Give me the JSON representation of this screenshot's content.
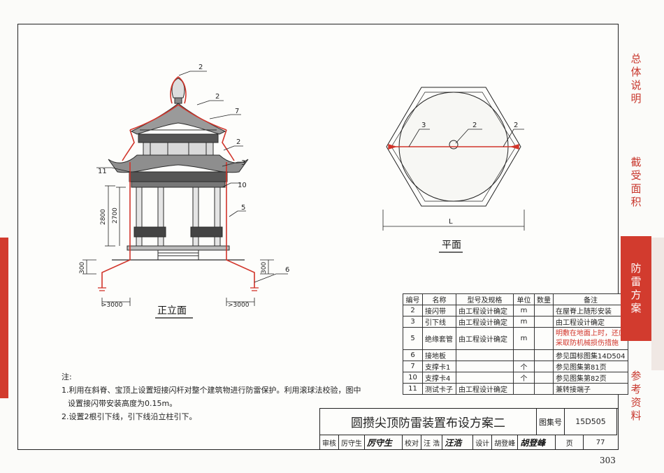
{
  "sidebar": {
    "tabs": [
      {
        "label": "总体说明",
        "chars": [
          "总",
          "体",
          "说",
          "明"
        ],
        "active": false
      },
      {
        "label": "截受面积",
        "chars": [
          "截",
          "受",
          "面",
          "积"
        ],
        "active": false
      },
      {
        "label": "防雷方案",
        "chars": [
          "防",
          "雷",
          "方",
          "案"
        ],
        "active": true
      },
      {
        "label": "参考资料",
        "chars": [
          "参",
          "考",
          "资",
          "料"
        ],
        "active": false
      }
    ],
    "active_color": "#d23b2e"
  },
  "elevation": {
    "title": "正立面",
    "callouts": [
      "2",
      "2",
      "7",
      "2",
      "3",
      "11",
      "10",
      "5",
      "6"
    ],
    "dims": {
      "h1": "2800",
      "h2": "2700",
      "base_left": "300",
      "base_right": "300",
      "out_left": ">3000",
      "out_right": ">3000"
    }
  },
  "plan": {
    "title": "平面",
    "callouts": [
      "3",
      "2",
      "2"
    ],
    "dim": "L"
  },
  "parts_table": {
    "headers": [
      "编号",
      "名称",
      "型号及规格",
      "单位",
      "数量",
      "备注"
    ],
    "rows": [
      {
        "no": "2",
        "name": "接闪带",
        "spec": "由工程设计确定",
        "unit": "m",
        "qty": "",
        "note": "在屋脊上随形安装",
        "note_red": false
      },
      {
        "no": "3",
        "name": "引下线",
        "spec": "由工程设计确定",
        "unit": "m",
        "qty": "",
        "note": "由工程设计确定",
        "note_red": false
      },
      {
        "no": "5",
        "name": "绝缘套管",
        "spec": "由工程设计确定",
        "unit": "m",
        "qty": "",
        "note": "明敷在地面上时，还应",
        "note2": "采取防机械损伤措施",
        "note_red": true
      },
      {
        "no": "6",
        "name": "接地板",
        "spec": "",
        "unit": "",
        "qty": "",
        "note": "参见国标图集14D504",
        "note_red": false
      },
      {
        "no": "7",
        "name": "支撑卡1",
        "spec": "",
        "unit": "个",
        "qty": "",
        "note": "参见图集第81页",
        "note_red": false
      },
      {
        "no": "10",
        "name": "支撑卡4",
        "spec": "",
        "unit": "个",
        "qty": "",
        "note": "参见图集第82页",
        "note_red": false
      },
      {
        "no": "11",
        "name": "测试卡子",
        "spec": "由工程设计确定",
        "unit": "",
        "qty": "",
        "note": "兼转接端子",
        "note_red": false
      }
    ]
  },
  "notes": {
    "heading": "注:",
    "lines": [
      "1.利用在斜脊、宝顶上设置短接闪杆对整个建筑物进行防雷保护。利用滚球法校验，图中",
      "设置接闪带安装高度为0.15m。",
      "2.设置2根引下线，引下线沿立柱引下。"
    ]
  },
  "title_block": {
    "title": "圆攒尖顶防雷装置布设方案二",
    "atlas_label": "图集号",
    "atlas_no": "15D505",
    "page_label": "页",
    "page_no": "77",
    "review_label": "审核",
    "review_name": "厉守生",
    "review_sig": "厉守生",
    "check_label": "校对",
    "check_name": "汪 浩",
    "check_sig": "汪浩",
    "design_label": "设计",
    "design_name": "胡登峰",
    "design_sig": "胡登峰"
  },
  "page_number": "303",
  "colors": {
    "red_line": "#d2352b",
    "ink": "#222222"
  }
}
